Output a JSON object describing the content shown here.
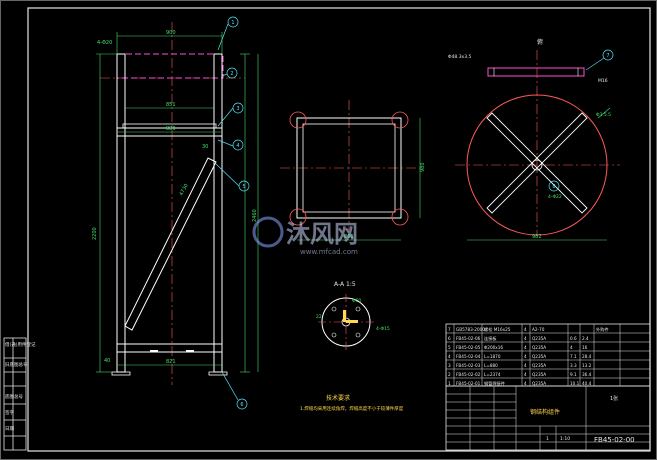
{
  "drawing": {
    "title_block_name": "钢结构组件",
    "drawing_number": "FB45-02-00",
    "scale": "1:10",
    "quantity": "1",
    "sheet_label": "1张",
    "section_title": "A-A 1:5",
    "notes_title": "技术要求",
    "notes_line": "1.焊缝均采用连续角焊，焊缝高度不小于较薄件厚度"
  },
  "watermark": {
    "brand_cn": "沐风网",
    "brand_url": "www.mfcad.com"
  },
  "views": {
    "top_label": "俯",
    "pipe_label_left": "Φ48.3x3.5",
    "pipe_label_right": "M16"
  },
  "dimensions": {
    "front_top_width": "900",
    "front_inner_width": "851",
    "front_lower_width": "880",
    "front_bottom_width": "821",
    "front_total_height": "2460",
    "front_diag": "4730",
    "front_left_height": "2200",
    "side_height": "980",
    "side_width": "860",
    "disc_dia": "982",
    "disc_bolt": "4-Φ22",
    "disc_right": "Φ3.5.5",
    "section_dia": "Φ60",
    "section_hole": "4-Φ15",
    "section_small": "22",
    "front_tag": "4-Φ20",
    "front_foot": "40",
    "front_tube": "30"
  },
  "balloons": [
    "1",
    "2",
    "3",
    "4",
    "5",
    "6",
    "7",
    "8"
  ],
  "bom": {
    "rows": [
      {
        "no": "7",
        "code": "GB5783-2000",
        "name": "螺栓 M16x25",
        "qty": "4",
        "mat": "A2-70",
        "w1": "",
        "w2": "",
        "note": "外购件"
      },
      {
        "no": "6",
        "code": "FB45-02-06",
        "name": "连接板",
        "qty": "4",
        "mat": "Q235A",
        "w1": "0.6",
        "w2": "2.4",
        "note": ""
      },
      {
        "no": "5",
        "code": "FB45-02-05",
        "name": "Φ200x16",
        "qty": "4",
        "mat": "Q235A",
        "w1": "4",
        "w2": "16",
        "note": ""
      },
      {
        "no": "4",
        "code": "FB45-02-04",
        "name": "L=1870",
        "qty": "4",
        "mat": "Q235A",
        "w1": "7.1",
        "w2": "28.4",
        "note": ""
      },
      {
        "no": "3",
        "code": "FB45-02-03",
        "name": "L=880",
        "qty": "4",
        "mat": "Q235A",
        "w1": "3.3",
        "w2": "13.2",
        "note": ""
      },
      {
        "no": "2",
        "code": "FB45-02-02",
        "name": "L=2374",
        "qty": "4",
        "mat": "Q235A",
        "w1": "9.1",
        "w2": "36.4",
        "note": ""
      },
      {
        "no": "1",
        "code": "FB45-02-01",
        "name": "钢管焊接件",
        "qty": "4",
        "mat": "Q235A",
        "w1": "10.1",
        "w2": "40.4",
        "note": ""
      }
    ]
  },
  "left_strip": [
    "借(通)用件登记",
    "旧底图总号",
    "底图总号",
    "签字",
    "日期"
  ],
  "colors": {
    "frame": "#e6e6e6",
    "part": "#ffffff",
    "dim": "#44e06a",
    "center": "#ff5a5a",
    "accent": "#ffd84d",
    "cyan": "#56e1f0",
    "magenta": "#ff4bd3"
  }
}
